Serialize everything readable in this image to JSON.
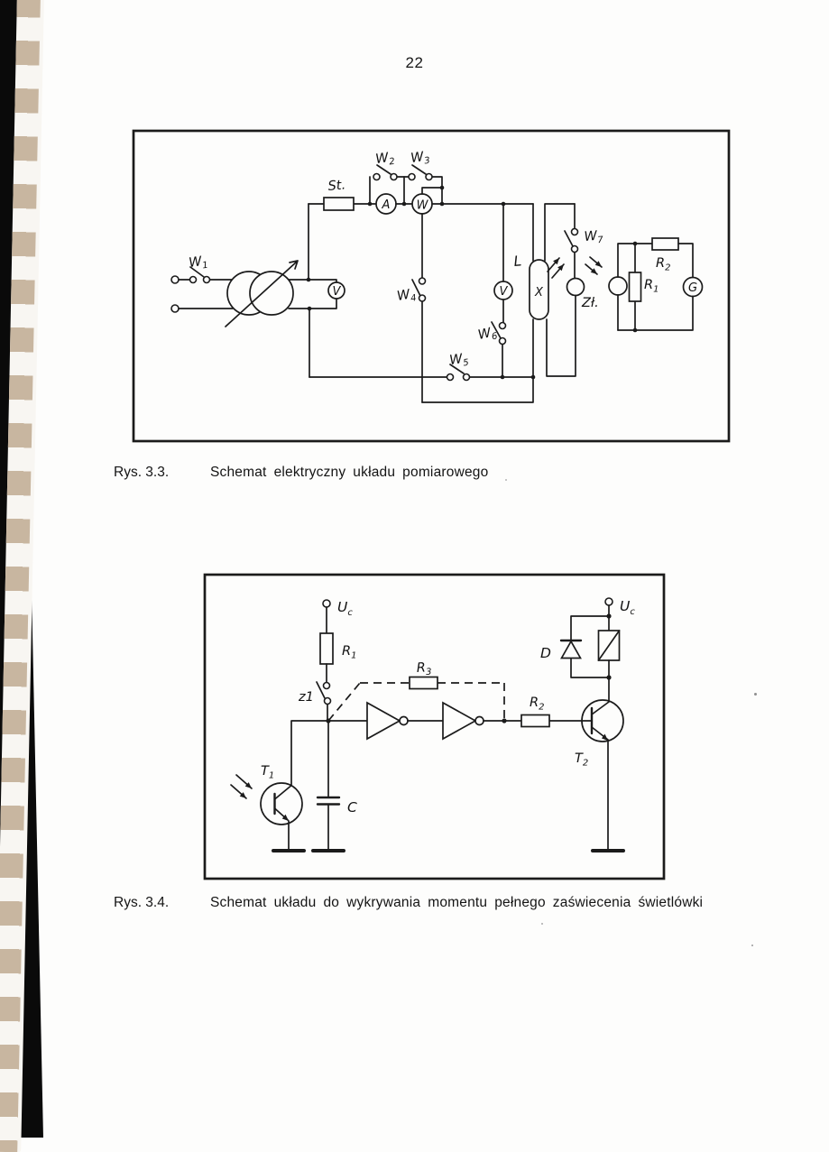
{
  "page": {
    "number": "22"
  },
  "f1": {
    "ref": "Rys. 3.3.",
    "caption": "Schemat elektryczny układu pomiarowego",
    "w1": {
      "t": "W",
      "s": "1"
    },
    "w2": {
      "t": "W",
      "s": "2"
    },
    "w3": {
      "t": "W",
      "s": "3"
    },
    "w4": {
      "t": "W",
      "s": "4"
    },
    "w5": {
      "t": "W",
      "s": "5"
    },
    "w6": {
      "t": "W",
      "s": "6"
    },
    "w7": {
      "t": "W",
      "s": "7"
    },
    "st": "St.",
    "ammeter": "A",
    "wattmeter": "W",
    "volt_in": "V",
    "volt_lamp": "V",
    "lamp": "L",
    "lamp_x": "X",
    "starter": "Zł.",
    "r1": {
      "t": "R",
      "s": "1"
    },
    "r2": {
      "t": "R",
      "s": "2"
    },
    "galv": "G"
  },
  "f2": {
    "ref": "Rys. 3.4.",
    "caption": "Schemat układu do wykrywania momentu pełnego zaświecenia świetlówki",
    "uc_left": {
      "t": "U",
      "s": "c"
    },
    "uc_right": {
      "t": "U",
      "s": "c"
    },
    "r1": {
      "t": "R",
      "s": "1"
    },
    "r2": {
      "t": "R",
      "s": "2"
    },
    "r3": {
      "t": "R",
      "s": "3"
    },
    "z1": "z1",
    "t1": {
      "t": "T",
      "s": "1"
    },
    "t2": {
      "t": "T",
      "s": "2"
    },
    "c": "C",
    "d": "D"
  }
}
